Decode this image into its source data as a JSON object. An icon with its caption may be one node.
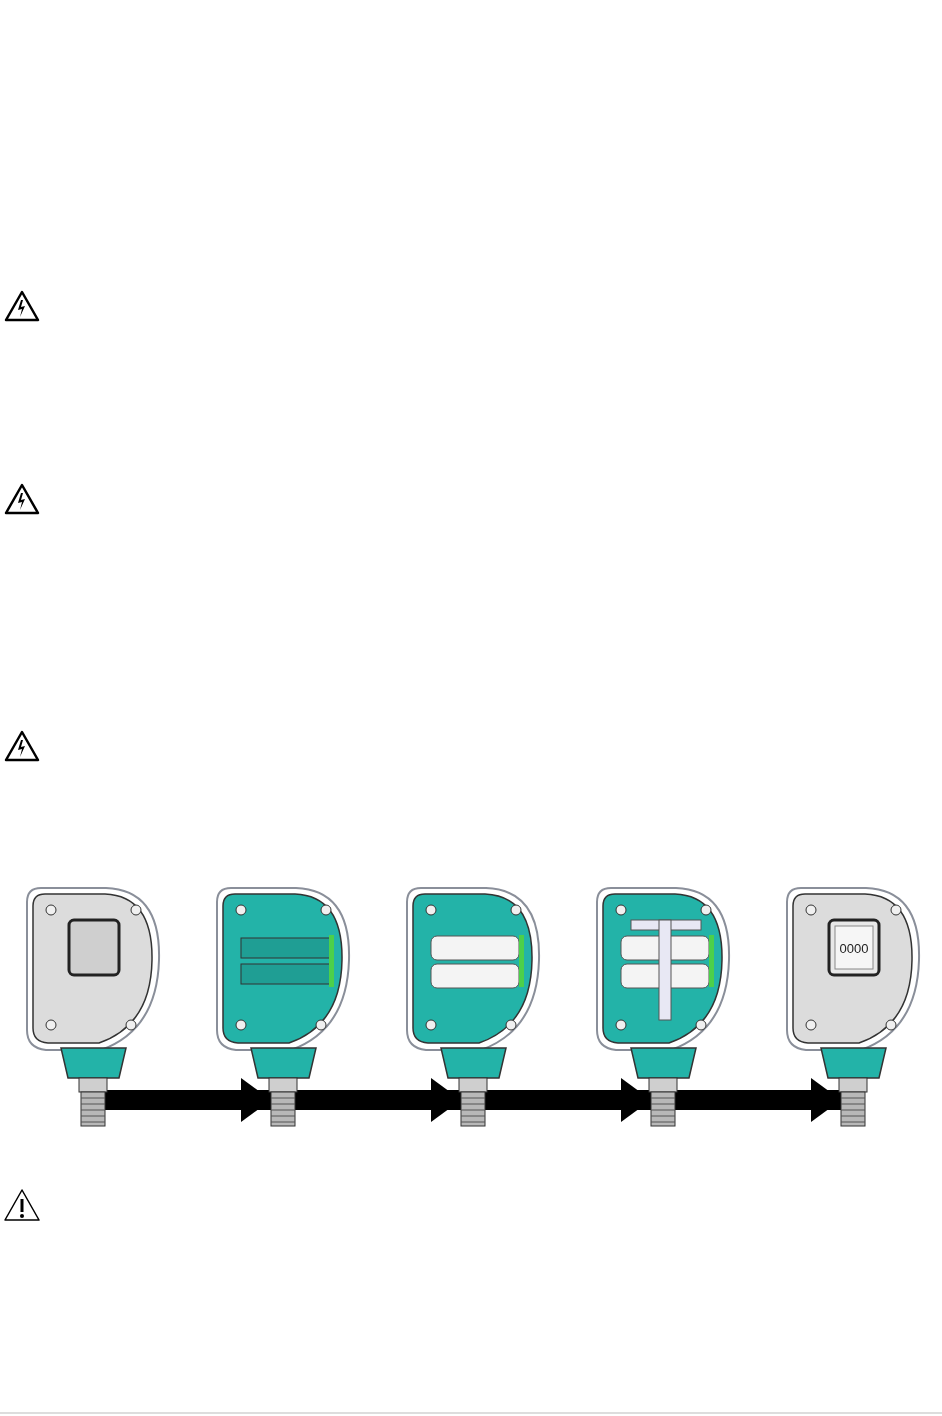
{
  "diagram": {
    "nodes": [
      {
        "text": [],
        "shape": "picture"
      },
      {
        "text": [],
        "shape": "picture"
      },
      {
        "text": [],
        "shape": "picture"
      },
      {
        "text": [],
        "shape": "picture"
      },
      {
        "text": [],
        "shape": "picture"
      }
    ],
    "edges": [
      {
        "from": 0,
        "to": 1,
        "arrow": "to"
      },
      {
        "from": 1,
        "to": 2,
        "arrow": "to"
      },
      {
        "from": 2,
        "to": 3,
        "arrow": "to"
      },
      {
        "from": 3,
        "to": 4,
        "arrow": "to"
      }
    ],
    "labels": [
      "0000"
    ]
  }
}
